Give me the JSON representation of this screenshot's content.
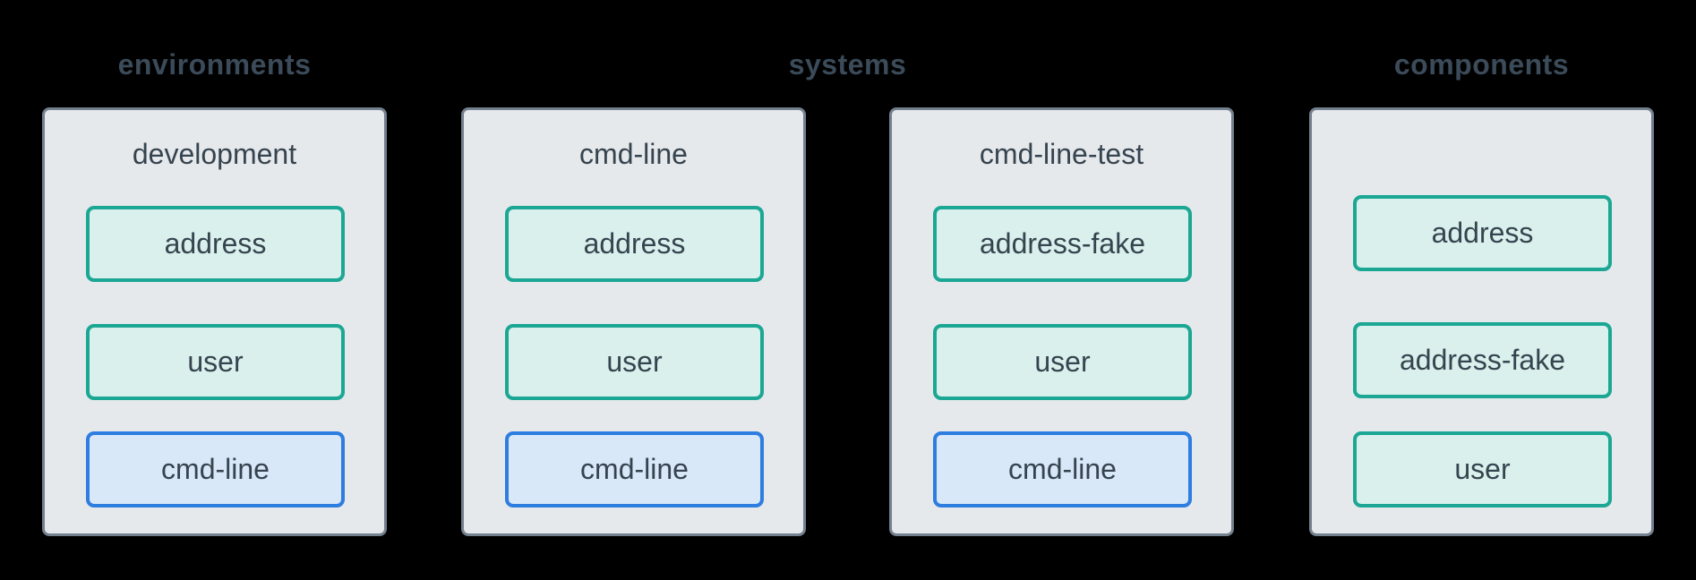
{
  "diagram": {
    "group_labels": [
      {
        "text": "environments"
      },
      {
        "text": "systems"
      },
      {
        "text": "components"
      }
    ],
    "panels": [
      {
        "title": "development",
        "boxes": [
          {
            "label": "address",
            "variant": "teal"
          },
          {
            "label": "user",
            "variant": "teal"
          },
          {
            "label": "cmd-line",
            "variant": "blue"
          }
        ]
      },
      {
        "title": "cmd-line",
        "boxes": [
          {
            "label": "address",
            "variant": "teal"
          },
          {
            "label": "user",
            "variant": "teal"
          },
          {
            "label": "cmd-line",
            "variant": "blue"
          }
        ]
      },
      {
        "title": "cmd-line-test",
        "boxes": [
          {
            "label": "address-fake",
            "variant": "teal"
          },
          {
            "label": "user",
            "variant": "teal"
          },
          {
            "label": "cmd-line",
            "variant": "blue"
          }
        ]
      },
      {
        "title": "",
        "boxes": [
          {
            "label": "address",
            "variant": "teal"
          },
          {
            "label": "address-fake",
            "variant": "teal"
          },
          {
            "label": "user",
            "variant": "teal"
          }
        ]
      }
    ],
    "colors": {
      "canvas_bg": "#000000",
      "panel_fill": "#e6e9ec",
      "panel_border": "#73808d",
      "teal_fill": "#d9f0ec",
      "teal_border": "#1ba794",
      "blue_fill": "#d9e8f8",
      "blue_border": "#2e7de0",
      "label_text": "#36444f",
      "heading_text": "#3b4b59"
    }
  }
}
